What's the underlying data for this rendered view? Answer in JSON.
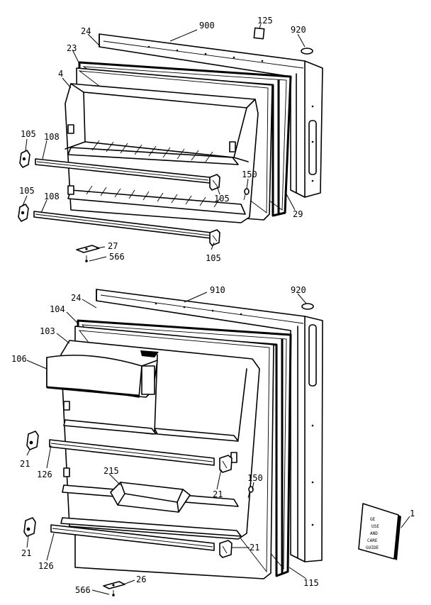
{
  "labels": {
    "l900": "900",
    "l125": "125",
    "l920a": "920",
    "l24a": "24",
    "l23": "23",
    "l4": "4",
    "l105a": "105",
    "l108a": "108",
    "l150a": "150",
    "l105b": "105",
    "l105c": "105",
    "l108b": "108",
    "l29": "29",
    "l27": "27",
    "l566a": "566",
    "l105d": "105",
    "l910": "910",
    "l920b": "920",
    "l24b": "24",
    "l104": "104",
    "l103": "103",
    "l106": "106",
    "l21a": "21",
    "l126a": "126",
    "l215": "215",
    "l150b": "150",
    "l21b": "21",
    "l1": "1",
    "l21c": "21",
    "l126b": "126",
    "l21d": "21",
    "l115": "115",
    "l566b": "566",
    "l26": "26"
  },
  "manual_text": [
    "GE",
    "USE",
    "AND",
    "CARE",
    "GUIDE"
  ]
}
